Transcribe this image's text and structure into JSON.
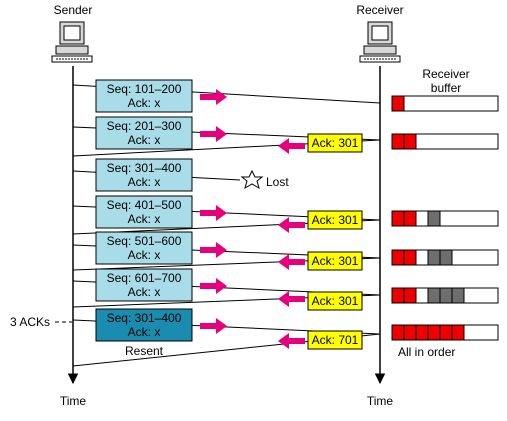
{
  "labels": {
    "sender": "Sender",
    "receiver": "Receiver",
    "receiver_buffer_line1": "Receiver",
    "receiver_buffer_line2": "buffer",
    "time_left": "Time",
    "time_right": "Time",
    "lost": "Lost",
    "three_acks": "3 ACKs",
    "resent": "Resent",
    "all_in_order": "All in order"
  },
  "segments": [
    {
      "seq": "Seq: 101–200",
      "ack": "Ack: x",
      "resent": false
    },
    {
      "seq": "Seq: 201–300",
      "ack": "Ack: x",
      "resent": false
    },
    {
      "seq": "Seq: 301–400",
      "ack": "Ack: x",
      "resent": false
    },
    {
      "seq": "Seq: 401–500",
      "ack": "Ack: x",
      "resent": false
    },
    {
      "seq": "Seq: 501–600",
      "ack": "Ack: x",
      "resent": false
    },
    {
      "seq": "Seq: 601–700",
      "ack": "Ack: x",
      "resent": false
    },
    {
      "seq": "Seq: 301–400",
      "ack": "Ack: x",
      "resent": true
    }
  ],
  "acks": [
    "Ack: 301",
    "Ack: 301",
    "Ack: 301",
    "Ack: 301",
    "Ack: 701"
  ],
  "buffers": [
    [
      "red",
      "empty",
      "empty",
      "empty",
      "empty",
      "empty",
      "empty",
      "empty"
    ],
    [
      "red",
      "red",
      "empty",
      "empty",
      "empty",
      "empty",
      "empty",
      "empty"
    ],
    [
      "red",
      "red",
      "empty",
      "gray",
      "empty",
      "empty",
      "empty",
      "empty"
    ],
    [
      "red",
      "red",
      "empty",
      "gray",
      "gray",
      "empty",
      "empty",
      "empty"
    ],
    [
      "red",
      "red",
      "empty",
      "gray",
      "gray",
      "gray",
      "empty",
      "empty"
    ],
    [
      "red",
      "red",
      "red",
      "red",
      "red",
      "red",
      "empty",
      "empty"
    ]
  ],
  "colors": {
    "segment_fill": "#a8dce8",
    "resent_fill": "#1a8cb0",
    "ack_fill": "#ffff00",
    "arrow": "#e6007e",
    "buffer_red": "#ee0000",
    "buffer_gray": "#6e6e6e"
  },
  "icons": [
    "computer-icon",
    "star-burst-icon",
    "magenta-arrow-icon"
  ]
}
